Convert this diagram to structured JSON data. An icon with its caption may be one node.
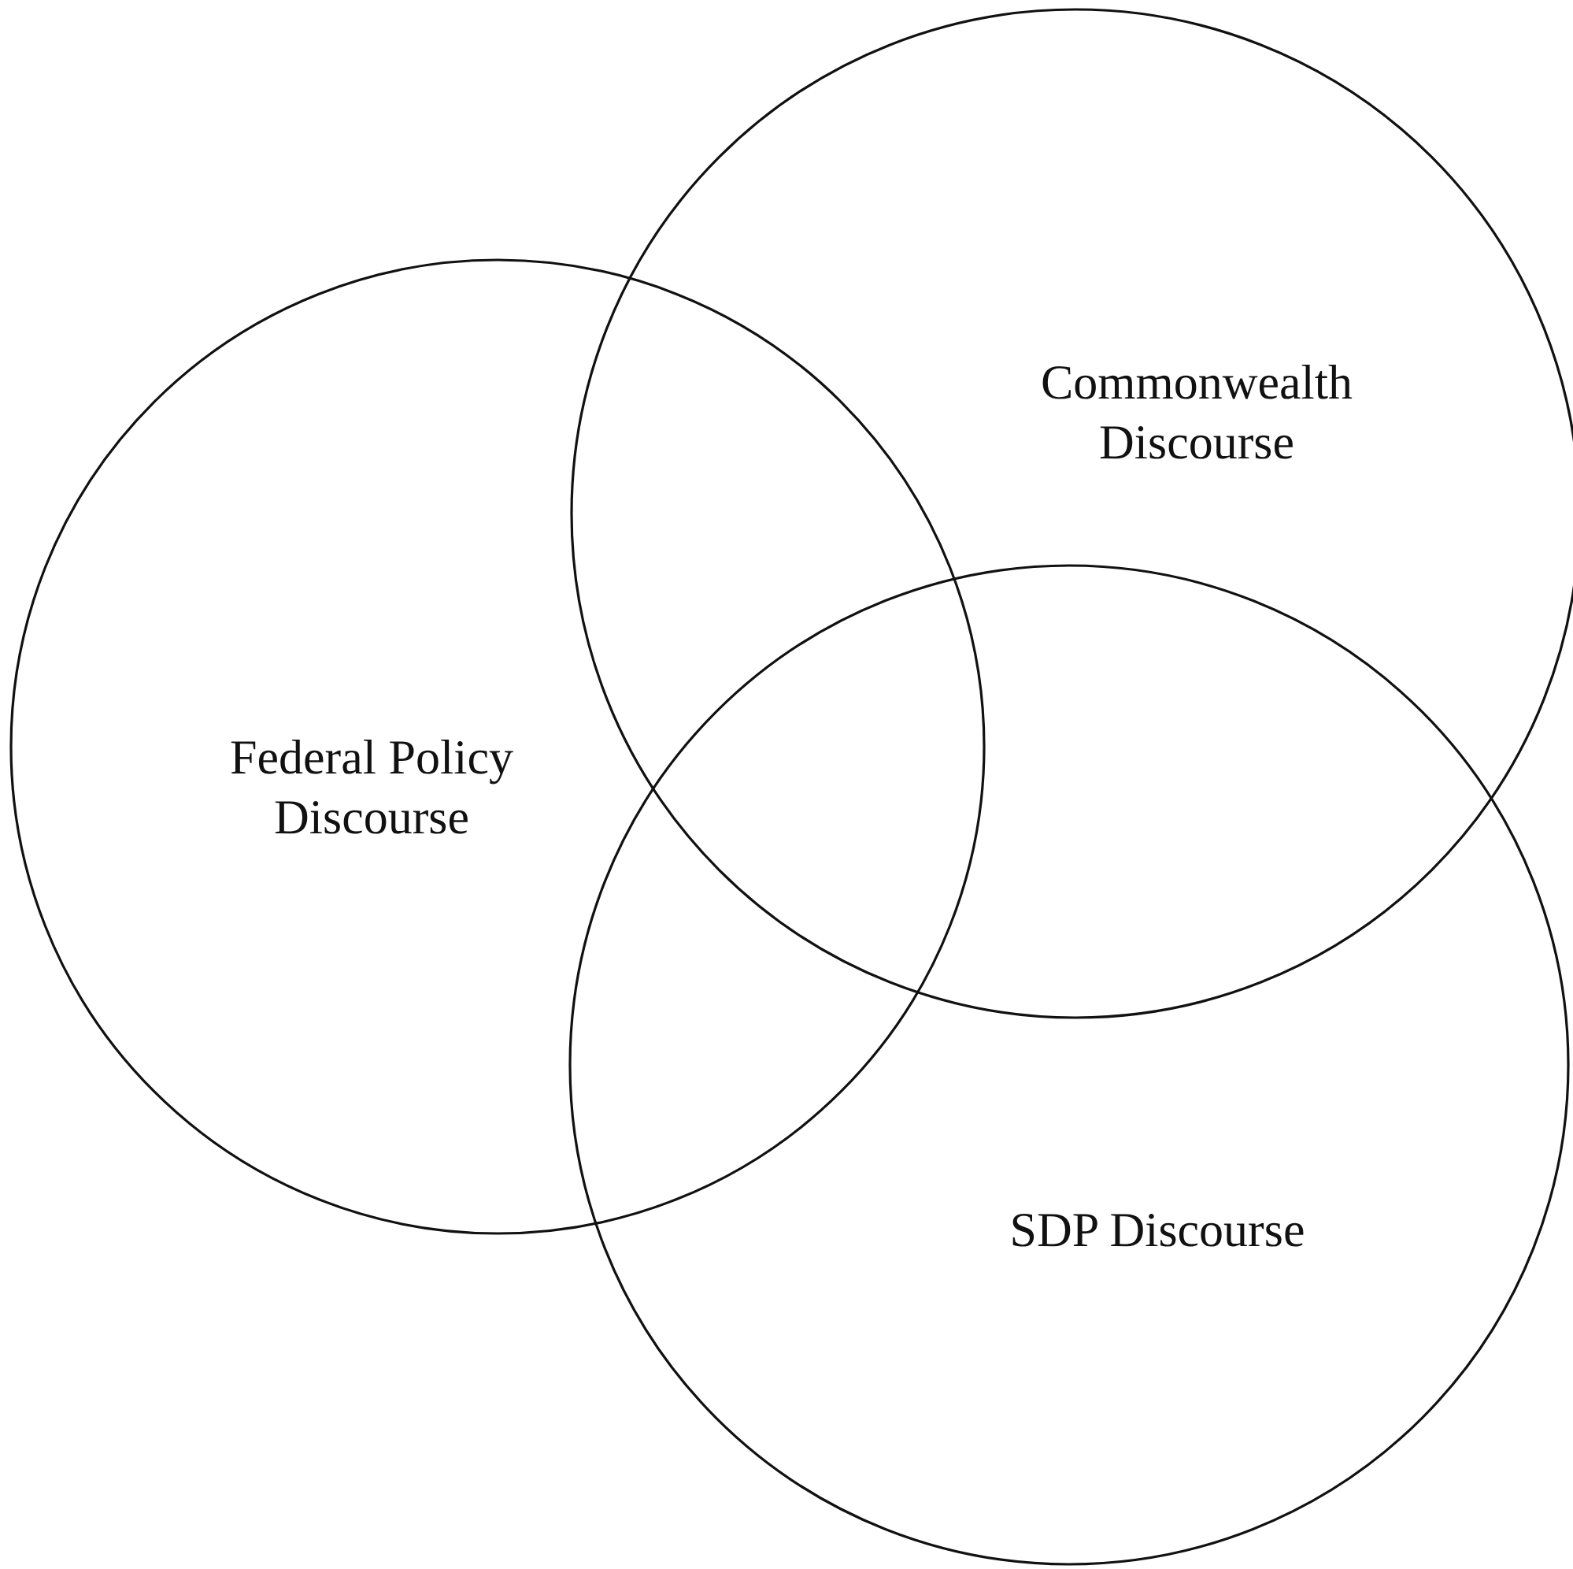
{
  "diagram": {
    "nodes": [
      {
        "text": [
          "Commonwealth Discourse"
        ]
      },
      {
        "text": [
          "Federal Policy Discourse"
        ]
      },
      {
        "text": [
          "SDP Discourse"
        ]
      }
    ]
  }
}
